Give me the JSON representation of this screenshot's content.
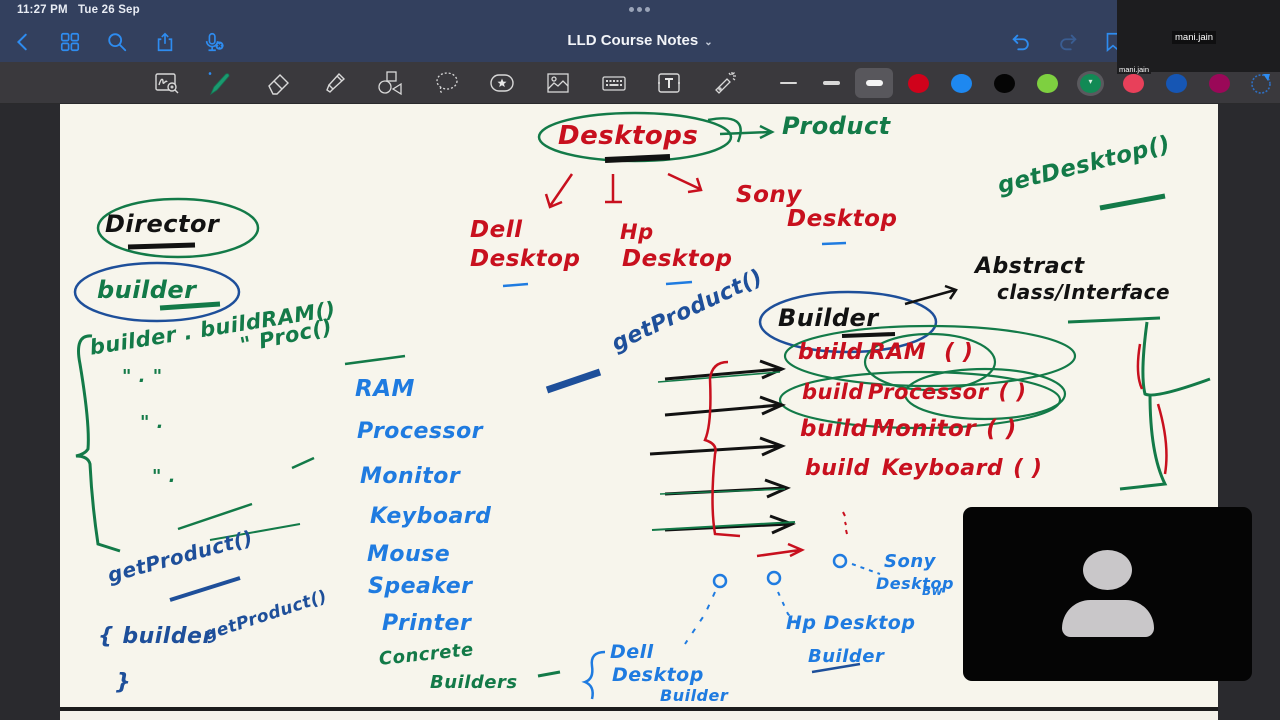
{
  "status_bar": {
    "time": "11:27 PM",
    "date": "Tue 26 Sep"
  },
  "nav": {
    "back_icon": "chevron-left",
    "grid_icon": "thumbnails-grid",
    "search_icon": "magnifier",
    "share_icon": "share-box-arrow-up",
    "mic_icon": "microphone-muted",
    "undo_icon": "undo-arrow",
    "redo_icon": "redo-arrow",
    "bookmark_icon": "bookmark"
  },
  "document": {
    "title": "LLD Course Notes",
    "title_chevron": "⌄"
  },
  "toolbar": {
    "tools": [
      {
        "name": "zoom-window",
        "icon": "zoom-window-icon"
      },
      {
        "name": "pen",
        "icon": "fountain-pen-icon",
        "active": true
      },
      {
        "name": "eraser",
        "icon": "eraser-icon"
      },
      {
        "name": "highlighter",
        "icon": "highlighter-icon"
      },
      {
        "name": "shapes",
        "icon": "shapes-icon"
      },
      {
        "name": "lasso",
        "icon": "lasso-icon"
      },
      {
        "name": "elements",
        "icon": "star-sticker-icon"
      },
      {
        "name": "image",
        "icon": "image-icon"
      },
      {
        "name": "keyboard",
        "icon": "keyboard-icon"
      },
      {
        "name": "text",
        "icon": "text-box-icon"
      },
      {
        "name": "laser-pointer",
        "icon": "laser-pointer-icon"
      }
    ],
    "stroke_widths": [
      "thin",
      "medium",
      "thick"
    ],
    "selected_stroke": "thick",
    "colors": [
      {
        "name": "red",
        "hex": "#d0021b"
      },
      {
        "name": "blue",
        "hex": "#1e88f0"
      },
      {
        "name": "black",
        "hex": "#050505"
      },
      {
        "name": "lime",
        "hex": "#7ed040"
      },
      {
        "name": "green",
        "hex": "#128a55",
        "selected": true
      },
      {
        "name": "pink-red",
        "hex": "#e8405a"
      },
      {
        "name": "dark-blue",
        "hex": "#1656b4"
      },
      {
        "name": "maroon",
        "hex": "#9a0858"
      }
    ],
    "color_picker_icon": "color-wheel"
  },
  "meeting": {
    "participant_name": "mani.jain",
    "participant_label_small": "mani.jain",
    "video_tile_icon": "user-placeholder"
  },
  "notes": {
    "product_top": {
      "word": "Desktops",
      "arrow_label": "Product"
    },
    "products": [
      {
        "line1": "Dell",
        "line2": "Desktop"
      },
      {
        "line1": "Hp",
        "line2": "Desktop"
      },
      {
        "line1": "Sony",
        "line2": "Desktop"
      }
    ],
    "get_desktop": "getDesktop()",
    "director": "Director",
    "builder_ref": "builder",
    "calls": {
      "line1": "builder . buildRAM()",
      "line2": "\"        Proc()",
      "ditto1": "\"   .   \"",
      "ditto2": "\"   .",
      "ditto3": "\"   ."
    },
    "get_product_method": "getProduct()",
    "get_product_body_open": "{ builder",
    "get_product_body_call": "getProduct()",
    "get_product_body_close": "}",
    "parts": [
      "RAM",
      "Processor",
      "Monitor",
      "Keyboard",
      "Mouse",
      "Speaker",
      "Printer"
    ],
    "concrete_builder": {
      "line1": "Concrete",
      "line2": "Builders"
    },
    "get_product_arrow": "getProduct()",
    "abstract_label": {
      "line1": "Abstract",
      "line2": "class/Interface"
    },
    "builder": "Builder",
    "builder_methods": [
      {
        "name": "build",
        "part": "RAM",
        "parens": "( )"
      },
      {
        "name": "build",
        "part": "Processor",
        "parens": "( )"
      },
      {
        "name": "build",
        "part": "Monitor",
        "parens": "( )"
      },
      {
        "name": "build",
        "part": "Keyboard",
        "parens": "( )"
      }
    ],
    "concrete_builders": [
      {
        "line1": "Dell",
        "line2": "Desktop",
        "line3": "Builder"
      },
      {
        "line1": "Hp Desktop",
        "line2": "Builder"
      },
      {
        "line1": "Sony",
        "line2": "Desktop",
        "line3": "Bw"
      }
    ]
  }
}
